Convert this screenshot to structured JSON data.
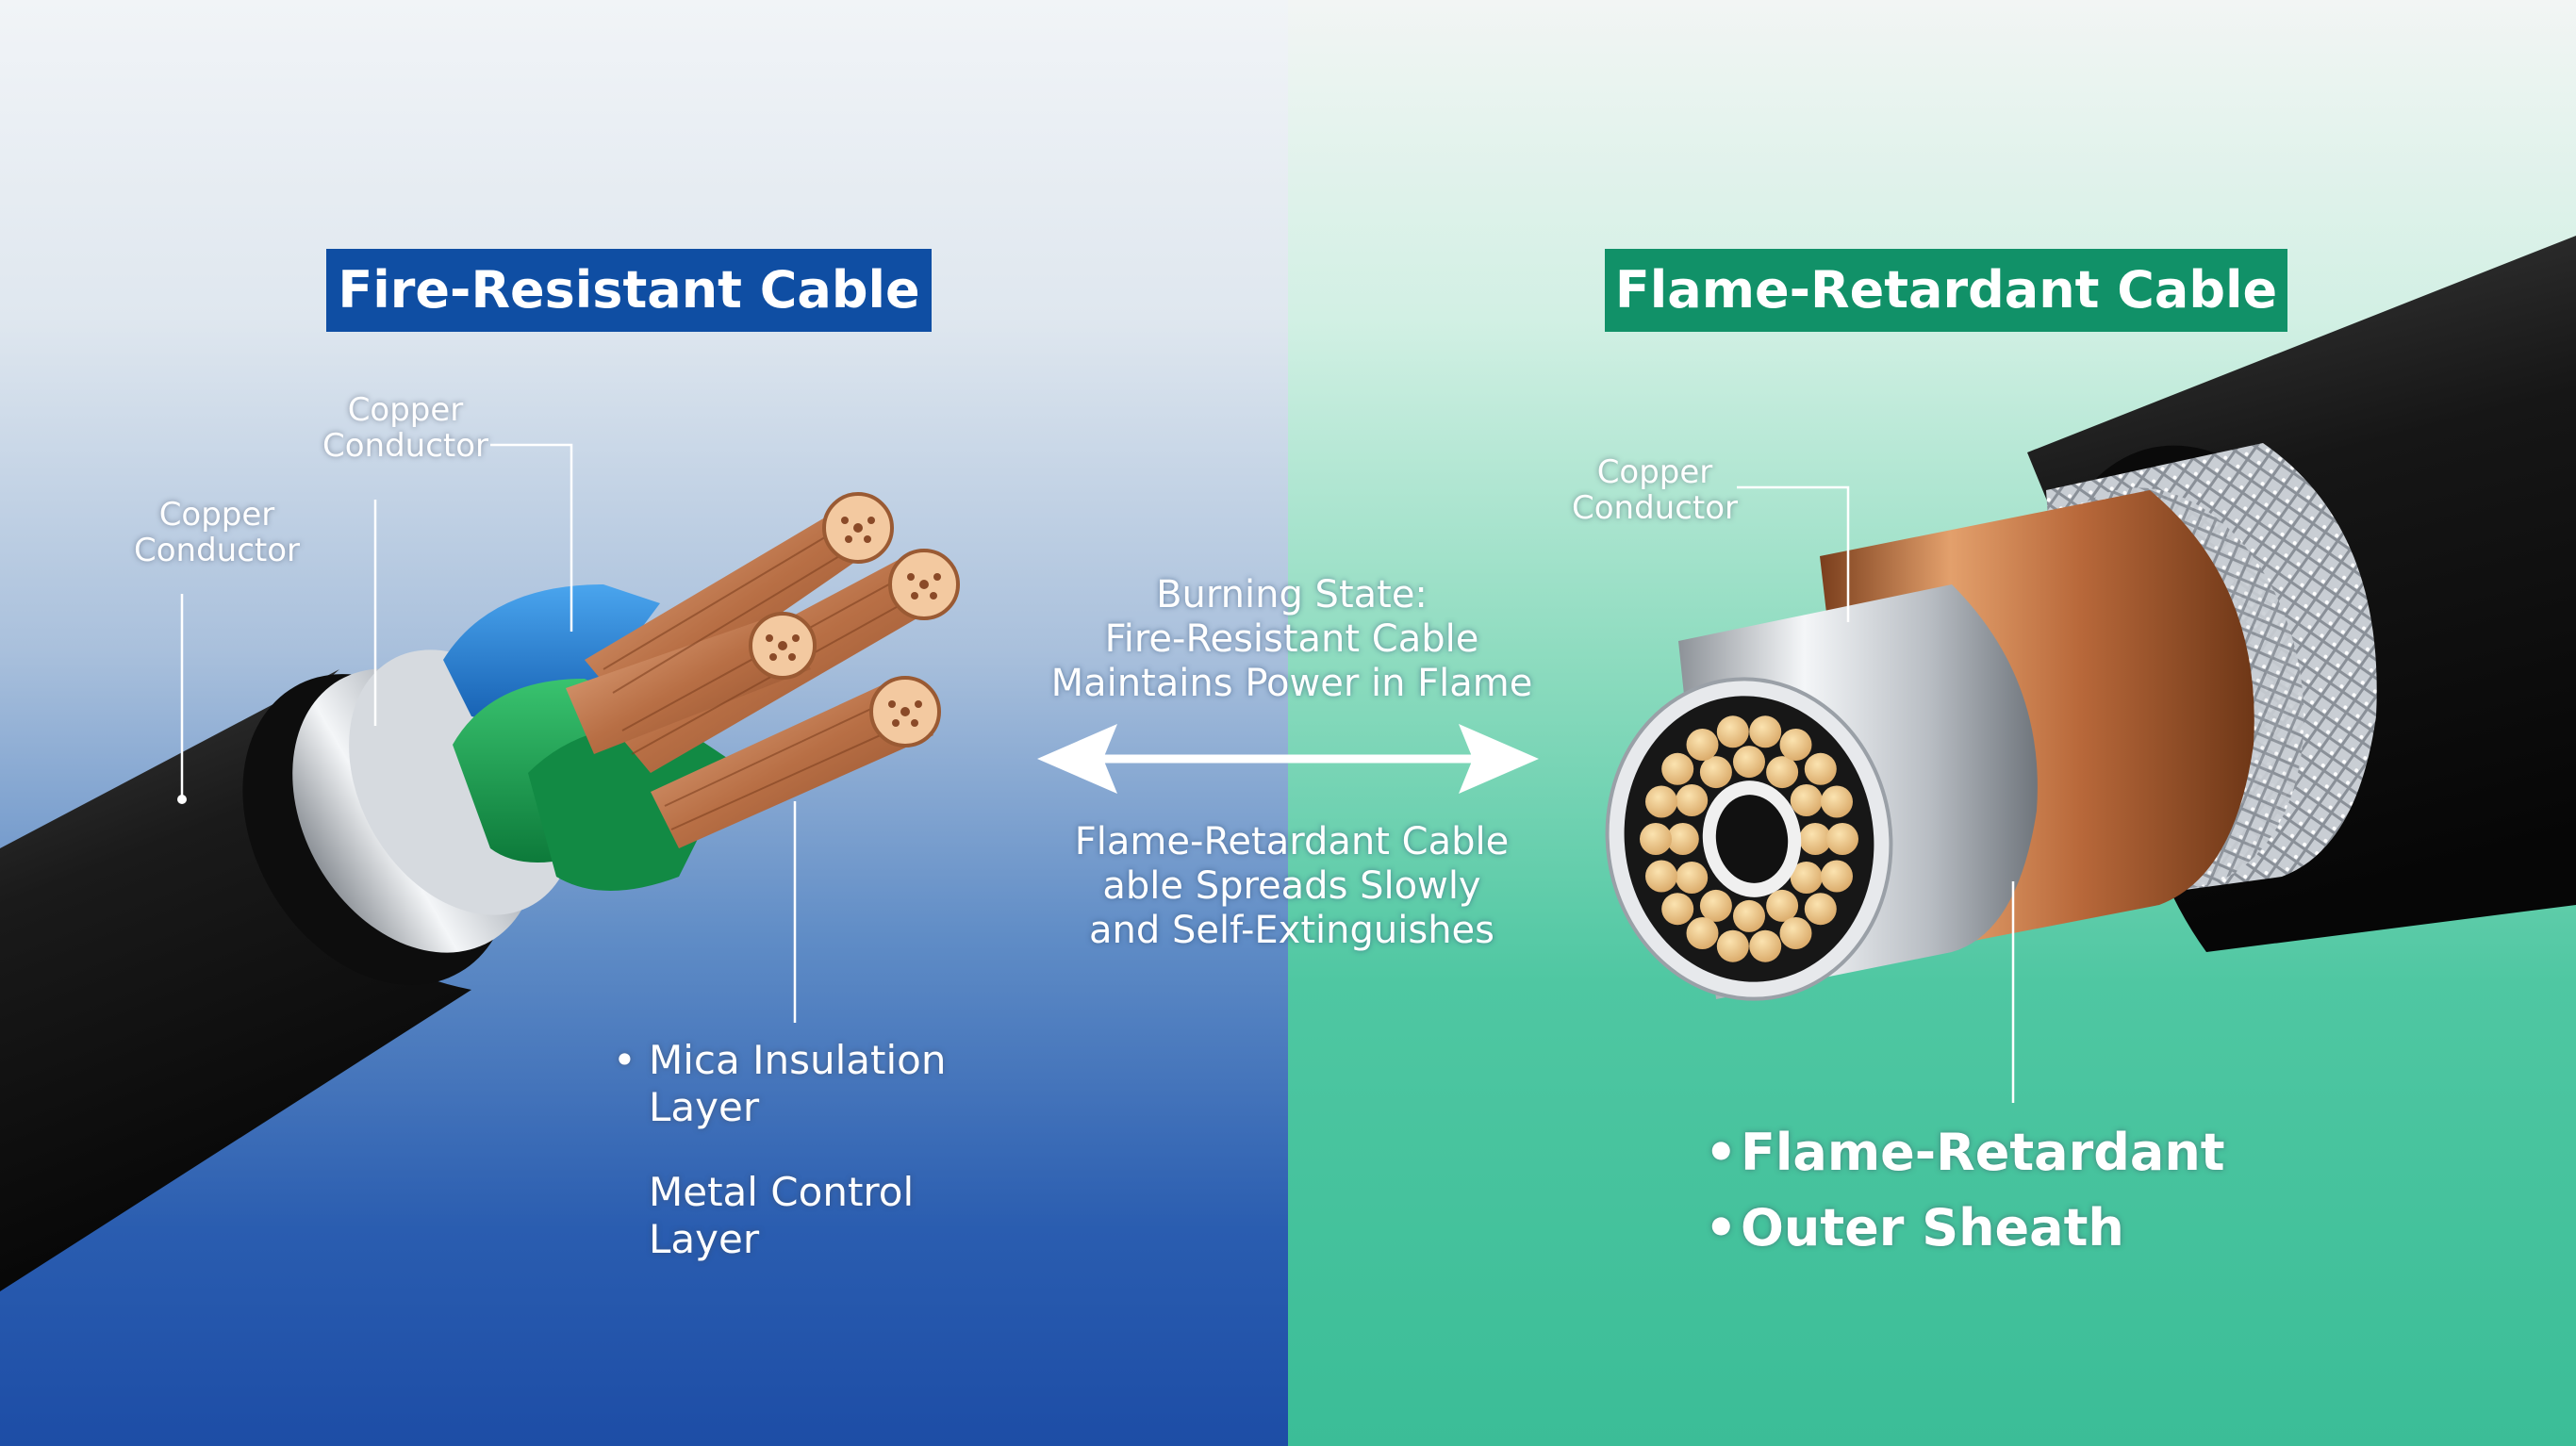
{
  "left_panel": {
    "title": "Fire-Resistant Cable",
    "label_copper_1": "Copper\nConductor",
    "label_copper_2": "Copper\nConductor",
    "label_mica": "Mica Insulation\nLayer",
    "label_metal": "Metal Control\nLayer"
  },
  "right_panel": {
    "title": "Flame-Retardant Cable",
    "label_copper": "Copper\nConductor",
    "bullet_1": "Flame-Retardant",
    "bullet_2": "Outer Sheath"
  },
  "center": {
    "burning_state": "Burning State:\nFire-Resistant Cable\nMaintains Power in Flame",
    "flame_retardant_text": "Flame-Retardant Cable\nable Spreads Slowly\nand Self-Extinguishes"
  },
  "colors": {
    "left_title_bg": "#0f4ea3",
    "right_title_bg": "#119168",
    "copper": "#c9835a",
    "sheath": "#141414",
    "blue_core": "#1f7fd1",
    "green_core": "#1a9a4a"
  }
}
